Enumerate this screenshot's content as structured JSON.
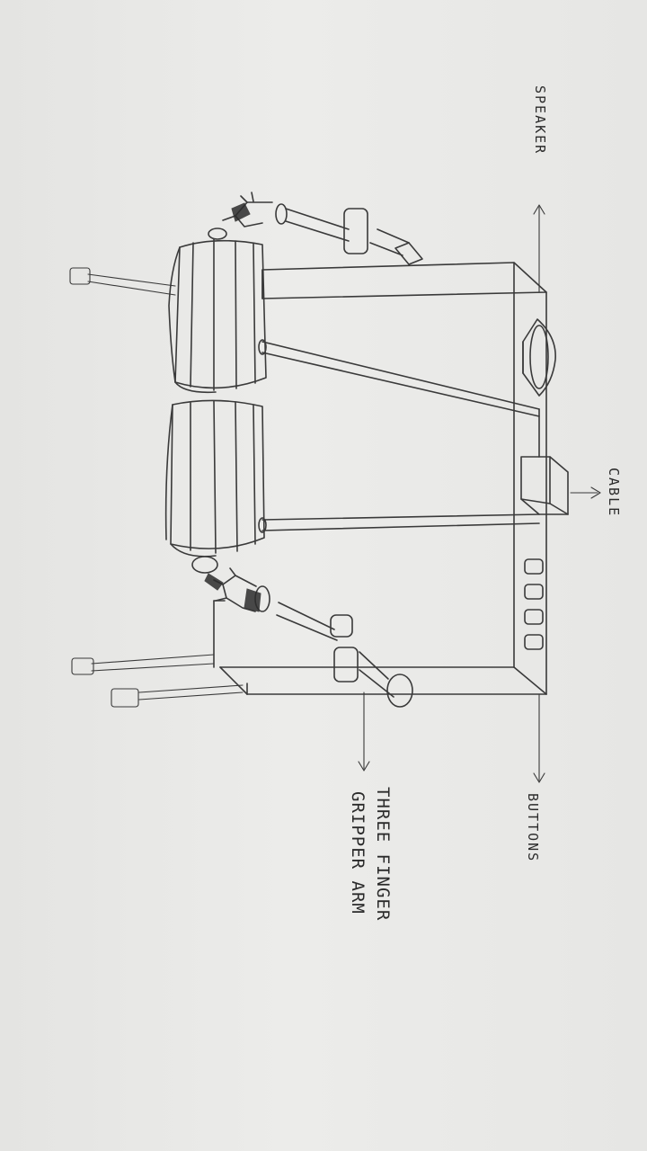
{
  "labels": {
    "speaker": "SPEAKER",
    "cable": "CABLE",
    "buttons": "BUTTONS",
    "gripper_line1": "THREE FINGER",
    "gripper_line2": "GRIPPER ARM"
  }
}
